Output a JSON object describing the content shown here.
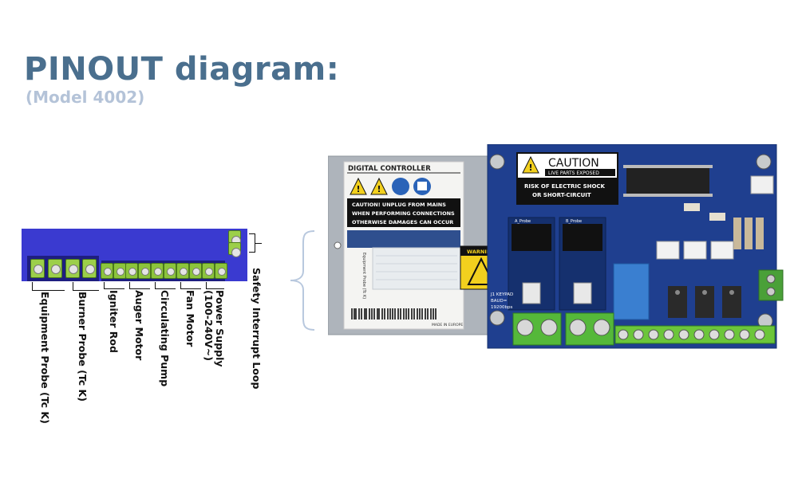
{
  "header": {
    "title": "PINOUT diagram:",
    "subtitle": "(Model 4002)"
  },
  "pinout": {
    "labels": [
      "Equipment Probe (Tc K)",
      "Burner Probe (Tc K)",
      "Igniter Rod",
      "Auger Motor",
      "Circulating Pump",
      "Fan Motor",
      "Power Supply\n(100-240V~)",
      "Safety Interrupt Loop"
    ]
  },
  "board": {
    "controller_title": "DIGITAL CONTROLLER",
    "caution_lines": [
      "CAUTION!  UNPLUG FROM MAINS",
      "WHEN PERFORMING CONNECTIONS",
      "OTHERWISE DAMAGES CAN OCCUR"
    ],
    "cable_label": "Equipment Probe (Tc K)",
    "made_in": "MADE IN EUROPE",
    "warning_label": "WARNING",
    "caution_title": "CAUTION",
    "caution_subtitle": "LIVE PARTS EXPOSED",
    "risk_lines": [
      "RISK OF ELECTRIC SHOCK",
      "OR SHORT-CIRCUIT"
    ],
    "probe_a": "A_Probe",
    "probe_b": "B_Probe",
    "keypad": "J1 KEYPAD",
    "baud": "BAUD=",
    "baud_rate": "19200bps",
    "colors": {
      "pcb": "#1f3f8f",
      "terminal_green": "#6cc63a",
      "relay_blue": "#3a7fd0",
      "plate": "#aeb4bb"
    }
  }
}
